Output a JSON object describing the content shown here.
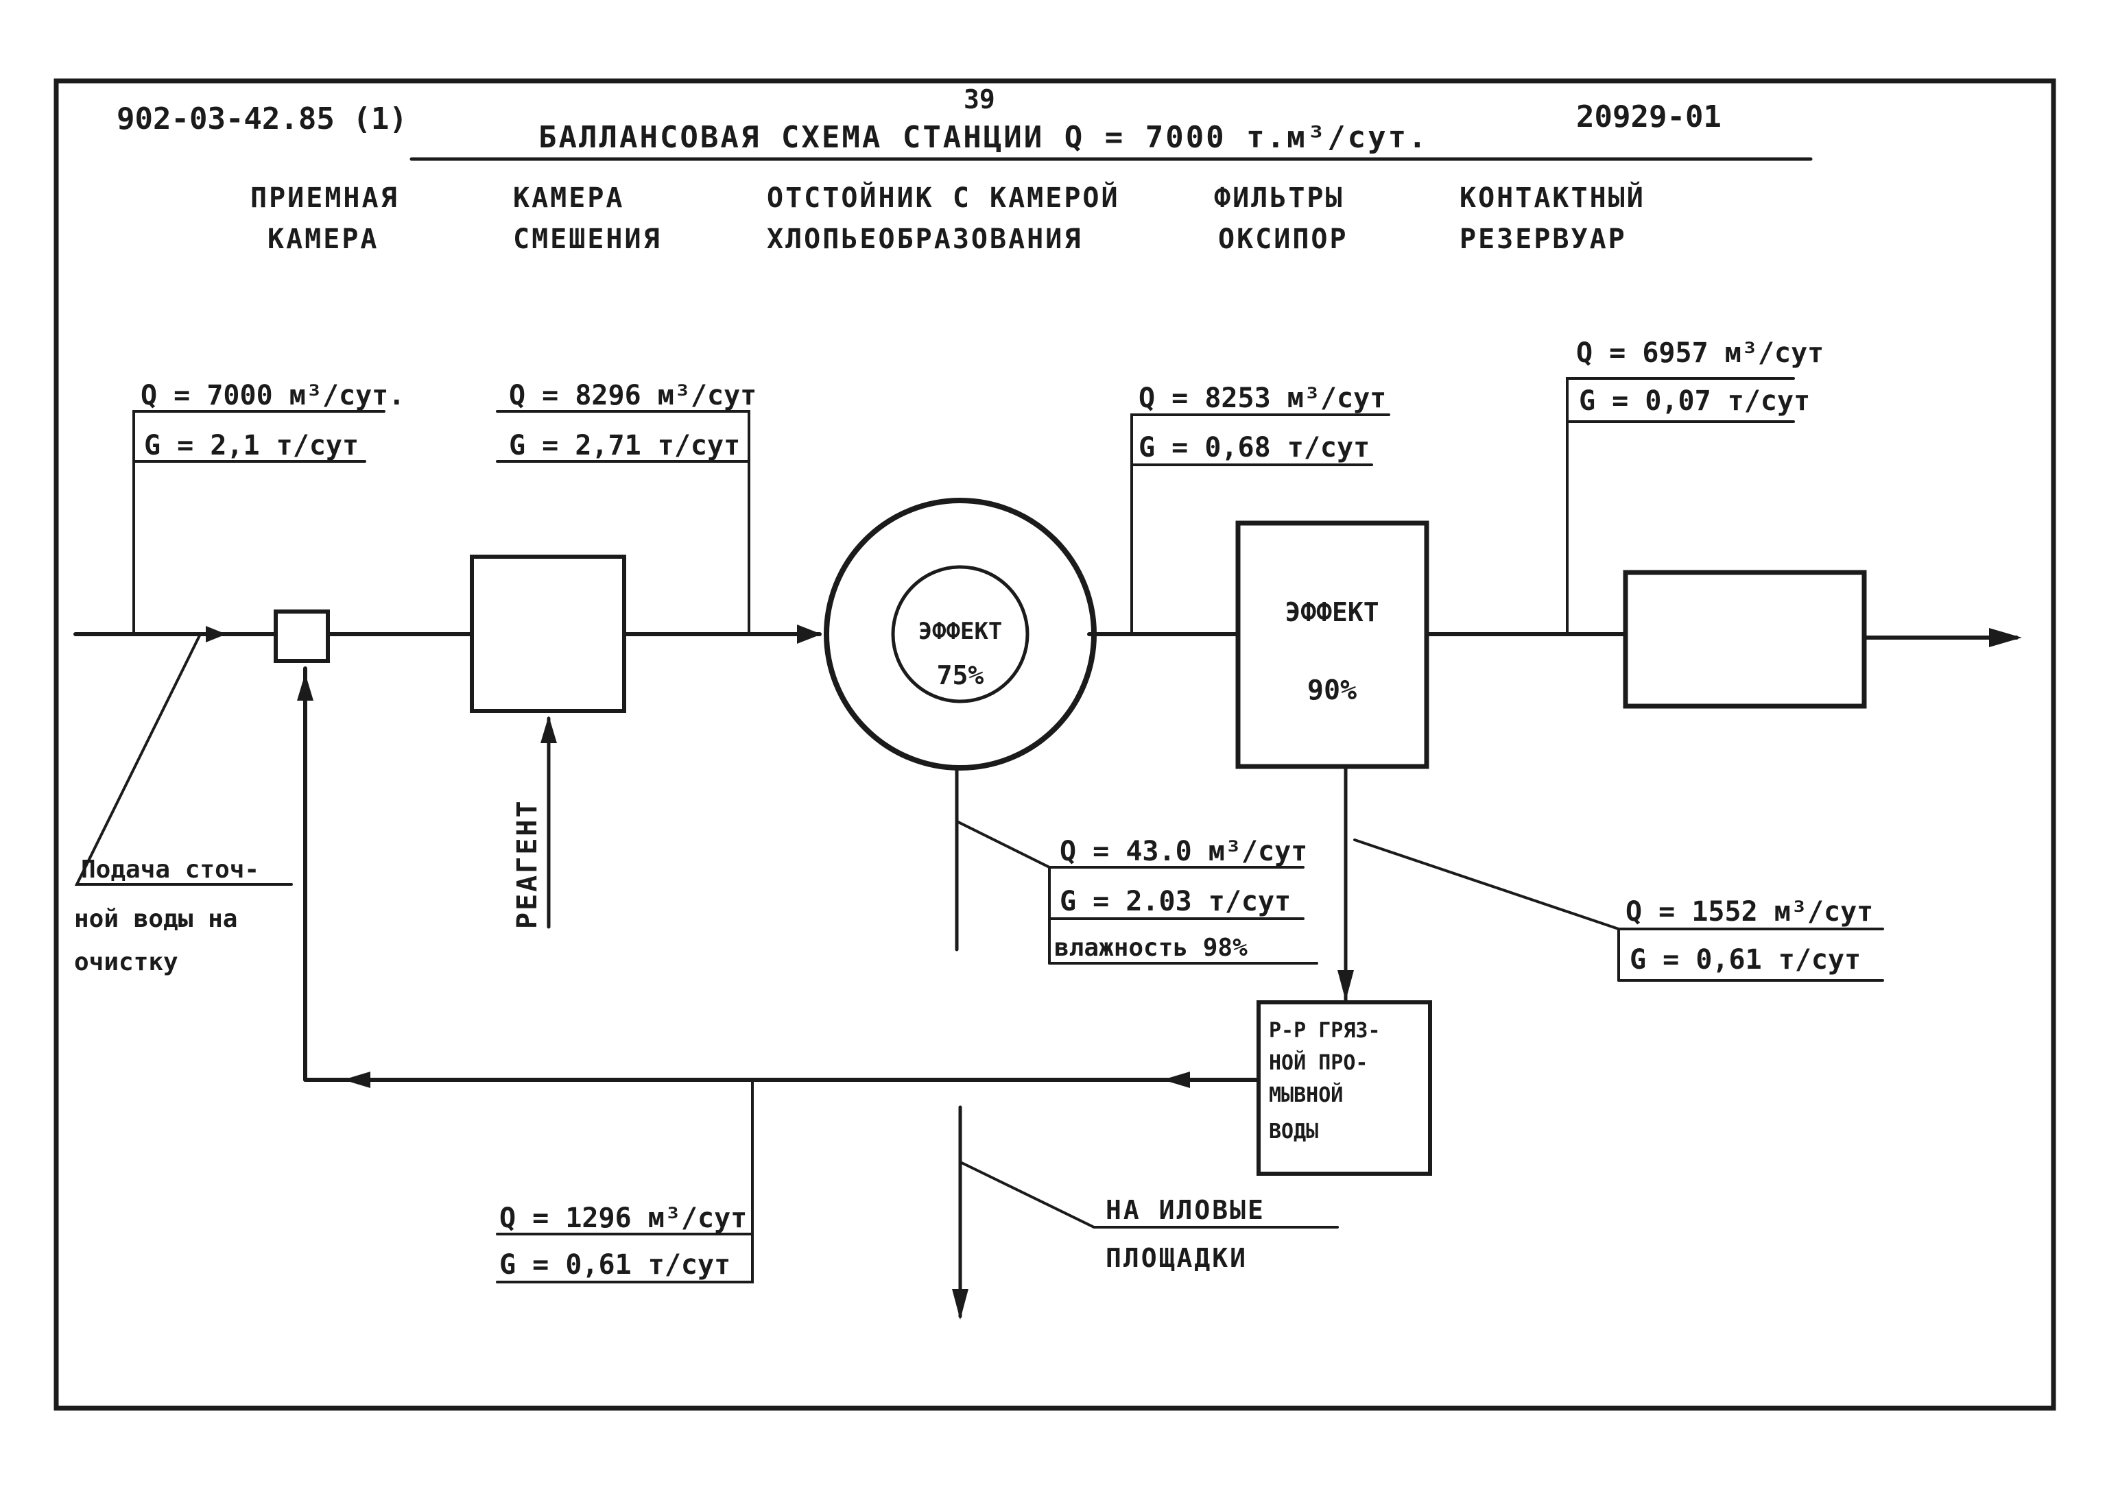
{
  "header": {
    "doc_code": "902-03-42.85 (1)",
    "page_number": "39",
    "title": "БАЛЛАНСОВАЯ СХЕМА СТАНЦИИ Q = 7000 т.м³/сут.",
    "sheet_code": "20929-01"
  },
  "columns": [
    {
      "line1": "ПРИЕМНАЯ",
      "line2": "КАМЕРА"
    },
    {
      "line1": "КАМЕРА",
      "line2": "СМЕШЕНИЯ"
    },
    {
      "line1": "ОТСТОЙНИК С КАМЕРОЙ",
      "line2": "ХЛОПЬЕОБРАЗОВАНИЯ"
    },
    {
      "line1": "ФИЛЬТРЫ",
      "line2": "ОКСИПОР"
    },
    {
      "line1": "КОНТАКТНЫЙ",
      "line2": "РЕЗЕРВУАР"
    }
  ],
  "flows": {
    "inlet": {
      "q": "Q = 7000 м³/сут.",
      "g": "G = 2,1 т/сут"
    },
    "after_mix": {
      "q": "Q = 8296 м³/сут",
      "g": "G = 2,71 т/сут"
    },
    "after_settler": {
      "q": "Q = 8253 м³/сут",
      "g": "G = 0,68 т/сут"
    },
    "outlet": {
      "q": "Q = 6957 м³/сут",
      "g": "G = 0,07 т/сут"
    },
    "sludge": {
      "q": "Q = 43.0 м³/сут",
      "g": "G = 2.03 т/сут",
      "h": "влажность 98%"
    },
    "wash": {
      "q": "Q = 1552 м³/сут",
      "g": "G = 0,61 т/сут"
    },
    "return": {
      "q": "Q = 1296 м³/сут",
      "g": "G = 0,61 т/сут"
    }
  },
  "labels": {
    "feed_line1": "Подача сточ-",
    "feed_line2": "ной воды на",
    "feed_line3": "очистку",
    "reagent": "РЕАГЕНТ",
    "settler_effect": "ЭФФЕКТ",
    "settler_pct": "75%",
    "filter_effect": "ЭФФЕКТ",
    "filter_pct": "90%",
    "tank_line1": "Р-Р ГРЯЗ-",
    "tank_line2": "НОЙ ПРО-",
    "tank_line3": "МЫВНОЙ",
    "tank_line4": "ВОДЫ",
    "sludge_dest1": "НА ИЛОВЫЕ",
    "sludge_dest2": "ПЛОЩАДКИ"
  },
  "colors": {
    "ink": "#1b1b1b",
    "paper": "#ffffff"
  }
}
